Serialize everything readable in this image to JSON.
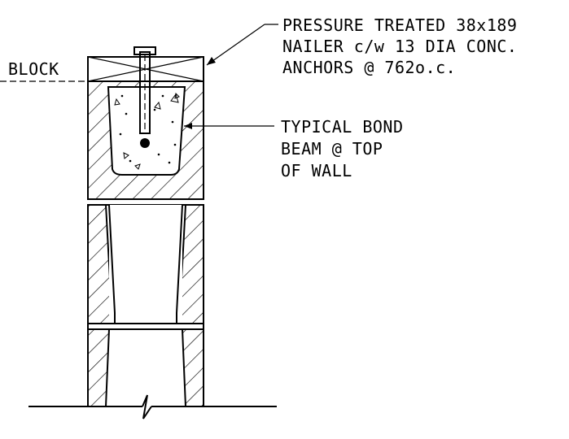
{
  "callouts": {
    "block": "BLOCK",
    "nailer": [
      "PRESSURE TREATED 38x189",
      "NAILER c/w 13 DIA CONC.",
      "ANCHORS @ 762o.c."
    ],
    "bond_beam": [
      "TYPICAL BOND",
      "BEAM @ TOP",
      "OF WALL"
    ]
  }
}
